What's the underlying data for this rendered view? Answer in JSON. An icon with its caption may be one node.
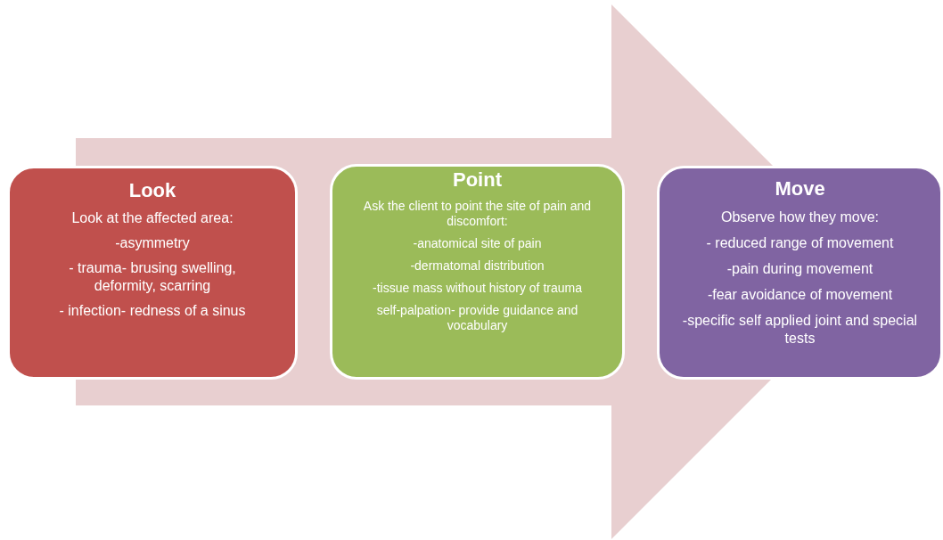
{
  "diagram": {
    "nodes": [
      {
        "text": [
          "Look",
          "Look at the affected area:",
          "-asymmetry",
          "- trauma- brusing swelling, deformity, scarring",
          "- infection- redness of a sinus"
        ]
      },
      {
        "text": [
          "Point",
          "Ask the client to point the site of pain and discomfort:",
          "-anatomical site of pain",
          "-dermatomal distribution",
          "-tissue mass without history of trauma",
          "self-palpation- provide guidance and vocabulary"
        ]
      },
      {
        "text": [
          "Move",
          "Observe how they move:",
          "- reduced range of movement",
          "-pain during movement",
          "-fear avoidance of movement",
          "-specific self applied joint and special tests"
        ]
      }
    ],
    "edges": [
      {
        "from": 0,
        "to": 2,
        "arrow": "to"
      }
    ]
  }
}
